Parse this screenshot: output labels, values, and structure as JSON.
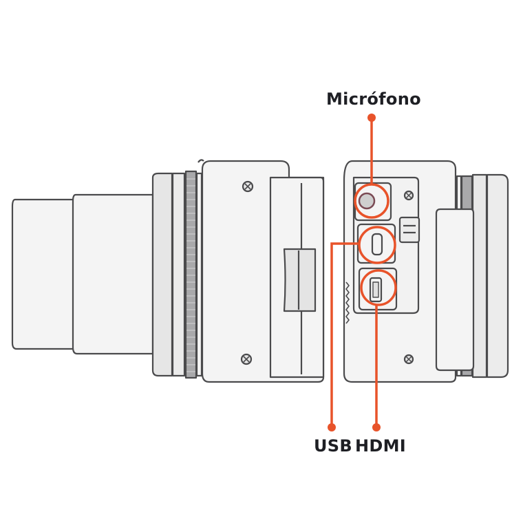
{
  "diagram": {
    "subject": "compact camera side views",
    "accent_color": "#e8532a",
    "outline_color": "#4a4a4c",
    "fill_color": "#f4f4f4",
    "labels": {
      "microphone": "Micrófono",
      "usb": "USB",
      "hdmi": "HDMI"
    },
    "callouts": [
      {
        "id": "microphone",
        "label": "Micrófono",
        "target": "microphone-jack"
      },
      {
        "id": "usb",
        "label": "USB",
        "target": "micro-usb-port"
      },
      {
        "id": "hdmi",
        "label": "HDMI",
        "target": "micro-hdmi-port"
      }
    ]
  }
}
